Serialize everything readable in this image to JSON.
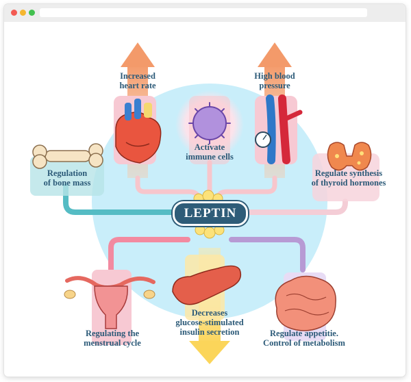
{
  "center": "LEPTIN",
  "labels": {
    "heart_rate": "Increased\nheart rate",
    "immune": "Activate\nimmune cells",
    "blood_pressure": "High blood\npressure",
    "bone": "Regulation\nof bone mass",
    "thyroid": "Regulate synthesis\nof thyroid hormones",
    "menstrual": "Regulating the\nmenstrual cycle",
    "glucose": "Decreases\nglucose-stimulated\ninsulin secretion",
    "appetite": "Regulate appetitie.\nControl of metabolism"
  },
  "colors": {
    "center_fill": "#2e5c78",
    "text": "#2c5a78",
    "background_circle": "#c9eefa",
    "arrow_up": "#f49a6c",
    "arrow_down": "#fbd75f",
    "bone_branch": "#55bcc4",
    "thyroid_branch": "#f4cdd6",
    "menstrual_branch": "#f28aa0",
    "appetite_branch": "#b79ad4"
  }
}
